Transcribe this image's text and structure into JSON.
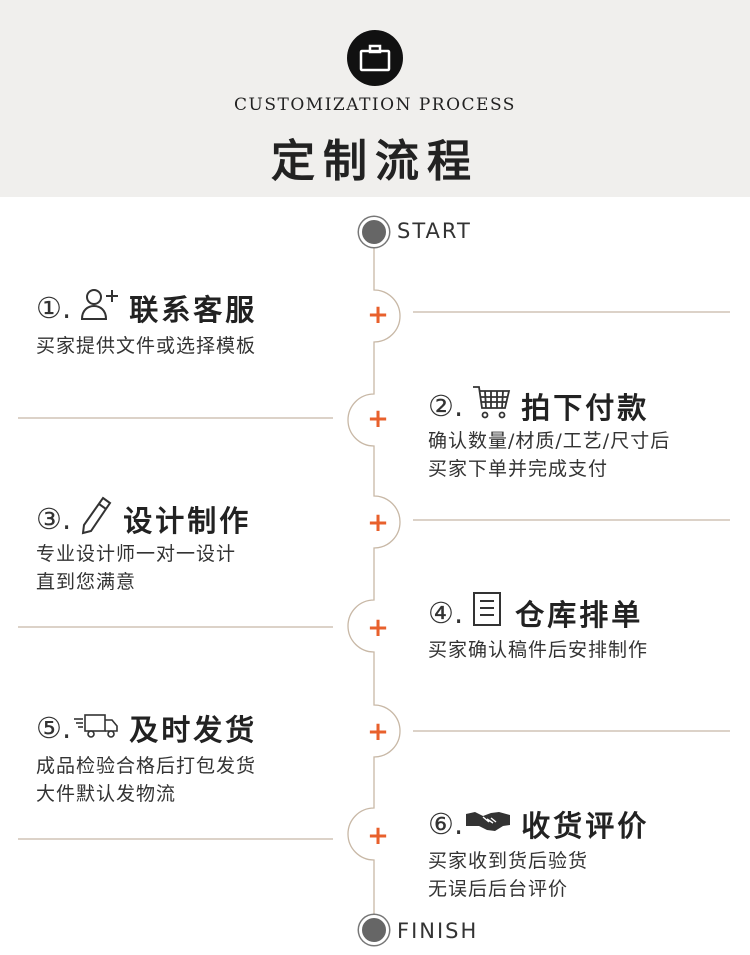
{
  "header": {
    "subtitle": "CUSTOMIZATION PROCESS",
    "title": "定制流程",
    "logo_icon": "briefcase-icon"
  },
  "timeline": {
    "start_label": "START",
    "finish_label": "FINISH",
    "plus_symbol": "+",
    "line_color": "#c8b8a6",
    "accent_color": "#e8602c"
  },
  "steps": [
    {
      "num": "①.",
      "icon": "add-user-icon",
      "title": "联系客服",
      "desc": [
        "买家提供文件或选择模板"
      ]
    },
    {
      "num": "②.",
      "icon": "shopping-cart-icon",
      "title": "拍下付款",
      "desc": [
        "确认数量/材质/工艺/尺寸后",
        "买家下单并完成支付"
      ]
    },
    {
      "num": "③.",
      "icon": "pencil-icon",
      "title": "设计制作",
      "desc": [
        "专业设计师一对一设计",
        "直到您满意"
      ]
    },
    {
      "num": "④.",
      "icon": "document-list-icon",
      "title": "仓库排单",
      "desc": [
        "买家确认稿件后安排制作"
      ]
    },
    {
      "num": "⑤.",
      "icon": "delivery-truck-icon",
      "title": "及时发货",
      "desc": [
        "成品检验合格后打包发货",
        "大件默认发物流"
      ]
    },
    {
      "num": "⑥.",
      "icon": "handshake-icon",
      "title": "收货评价",
      "desc": [
        "买家收到货后验货",
        "无误后后台评价"
      ]
    }
  ]
}
